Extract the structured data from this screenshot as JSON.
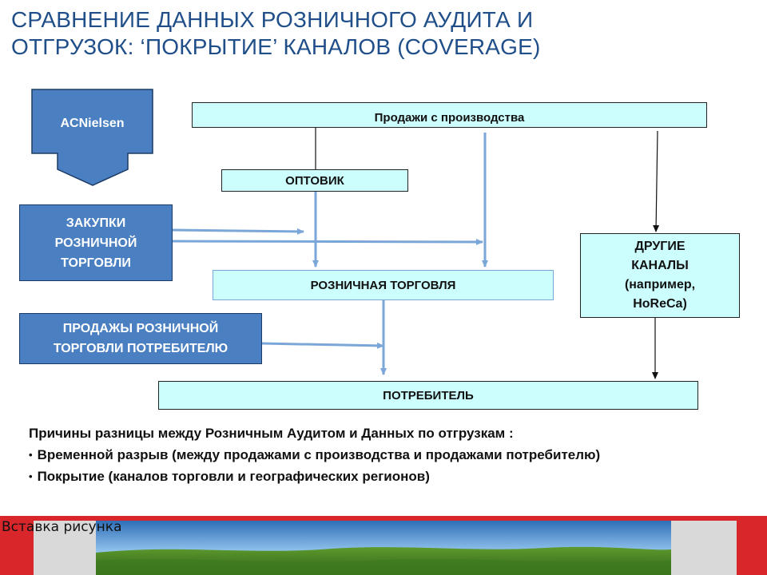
{
  "title": {
    "line1": "СРАВНЕНИЕ ДАННЫХ РОЗНИЧНОГО АУДИТА И",
    "line2": "ОТГРУЗОК:  ‘ПОКРЫТИЕ’ КАНАЛОВ  (COVERAGE)"
  },
  "nodes": {
    "acnielsen": "ACNielsen",
    "production_sales": "Продажи с производства",
    "wholesaler": "ОПТОВИК",
    "retail_purchases": [
      "ЗАКУПКИ",
      "РОЗНИЧНОЙ",
      "ТОРГОВЛИ"
    ],
    "other_channels": [
      "ДРУГИЕ",
      "КАНАЛЫ",
      "(например,",
      "HoReCa)"
    ],
    "retail": "РОЗНИЧНАЯ ТОРГОВЛЯ",
    "retail_sales_consumer": [
      "ПРОДАЖЫ РОЗНИЧНОЙ",
      "ТОРГОВЛИ ПОТРЕБИТЕЛЮ"
    ],
    "consumer": "ПОТРЕБИТЕЛЬ"
  },
  "notes": {
    "heading": "Причины разницы между  Розничным  Аудитом и Данных по отгрузкам :",
    "bullets": [
      "Временной разрыв (между продажами с производства и продажами потребителю)",
      "Покрытие (каналов торговли и географических регионов)"
    ]
  },
  "footer": {
    "placeholder_label": "Вставка рисунка"
  },
  "colors": {
    "title": "#1f4e89",
    "cyan_box": "#ccfefe",
    "blue_box": "#4a7fc1",
    "arrow_blue": "#7aa6d8",
    "footer_red": "#d8262b"
  }
}
